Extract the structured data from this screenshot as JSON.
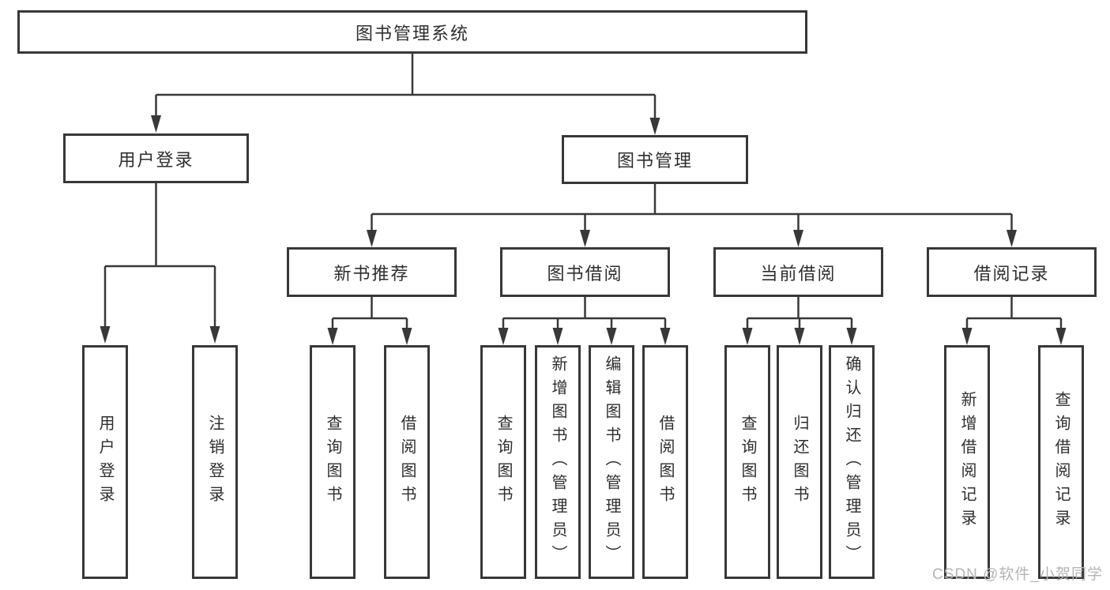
{
  "diagram": {
    "root": {
      "label": "图书管理系统"
    },
    "user_login": {
      "label": "用户登录",
      "children": [
        {
          "label": "用户登录"
        },
        {
          "label": "注销登录"
        }
      ]
    },
    "book_management": {
      "label": "图书管理",
      "sections": [
        {
          "label": "新书推荐",
          "children": [
            {
              "label": "查询图书"
            },
            {
              "label": "借阅图书"
            }
          ]
        },
        {
          "label": "图书借阅",
          "children": [
            {
              "label": "查询图书"
            },
            {
              "label": "新增图书（管理员）"
            },
            {
              "label": "编辑图书（管理员）"
            },
            {
              "label": "借阅图书"
            }
          ]
        },
        {
          "label": "当前借阅",
          "children": [
            {
              "label": "查询图书"
            },
            {
              "label": "归还图书"
            },
            {
              "label": "确认归还（管理员）"
            }
          ]
        },
        {
          "label": "借阅记录",
          "children": [
            {
              "label": "新增借阅记录"
            },
            {
              "label": "查询借阅记录"
            }
          ]
        }
      ]
    }
  },
  "watermark": {
    "text": "CSDN @软件_小贺同学"
  },
  "colors": {
    "line": "#383838",
    "text": "#2e2e2e",
    "watermark": "#b4b4b4",
    "background": "#ffffff"
  }
}
